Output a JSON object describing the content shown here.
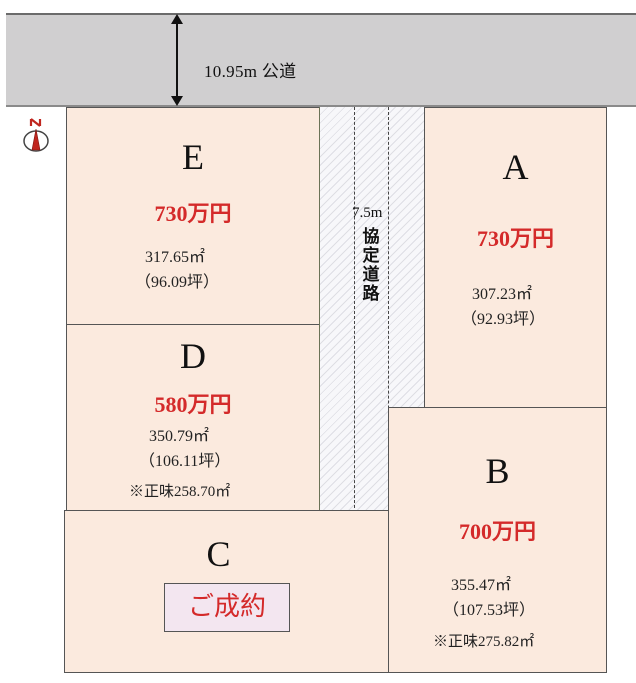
{
  "public_road": {
    "label": "10.95m 公道",
    "width_m": "10.95m",
    "type": "公道",
    "fill_color": "#d0cfd0"
  },
  "private_road": {
    "width_label": "7.5m",
    "type_label": [
      "協",
      "定",
      "道",
      "路"
    ]
  },
  "compass": {
    "icon": "north-arrow-icon",
    "label": "N",
    "color": "#c0261f"
  },
  "colors": {
    "lot_fill": "#fbeade",
    "price_red": "#d42a2a",
    "sold_fill": "#f3e6f0"
  },
  "lots": {
    "E": {
      "letter": "E",
      "price": "730万円",
      "area_m2": "317.65㎡",
      "area_tsubo": "（96.09坪）"
    },
    "A": {
      "letter": "A",
      "price": "730万円",
      "area_m2": "307.23㎡",
      "area_tsubo": "（92.93坪）"
    },
    "D": {
      "letter": "D",
      "price": "580万円",
      "area_m2": "350.79㎡",
      "area_tsubo": "（106.11坪）",
      "net_area": "※正味258.70㎡"
    },
    "B": {
      "letter": "B",
      "price": "700万円",
      "area_m2": "355.47㎡",
      "area_tsubo": "（107.53坪）",
      "net_area": "※正味275.82㎡"
    },
    "C": {
      "letter": "C",
      "status": "ご成約"
    }
  }
}
